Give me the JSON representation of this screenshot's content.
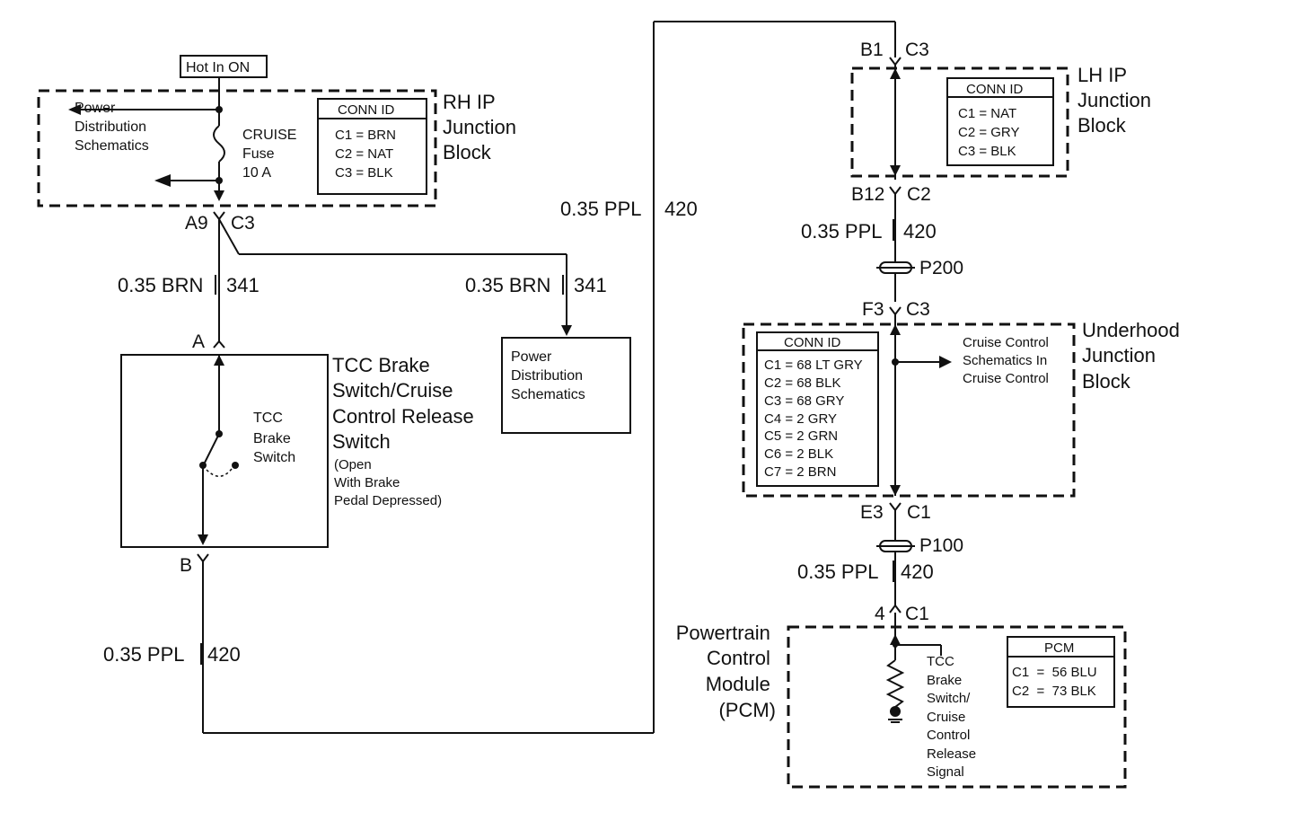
{
  "hot_in_on": "Hot In ON",
  "rh_ip": {
    "title": [
      "RH IP",
      "Junction",
      "Block"
    ],
    "power_dist": [
      "Power",
      "Distribution",
      "Schematics"
    ],
    "fuse": [
      "CRUISE",
      "Fuse",
      "10 A"
    ],
    "conn_id_title": "CONN ID",
    "conn": [
      "C1 = BRN",
      "C2 = NAT",
      "C3 = BLK"
    ],
    "terminal": "A9",
    "connector": "C3"
  },
  "wires": {
    "brn_left": {
      "gauge": "0.35 BRN",
      "circuit": "341"
    },
    "brn_right": {
      "gauge": "0.35 BRN",
      "circuit": "341"
    },
    "ppl_bottom": {
      "gauge": "0.35 PPL",
      "circuit": "420"
    },
    "ppl_mid": {
      "gauge": "0.35 PPL",
      "circuit": "420"
    },
    "ppl_lh": {
      "gauge": "0.35 PPL",
      "circuit": "420"
    },
    "ppl_pcm": {
      "gauge": "0.35 PPL",
      "circuit": "420"
    }
  },
  "power_dist_box": [
    "Power",
    "Distribution",
    "Schematics"
  ],
  "tcc_switch": {
    "terminal_a": "A",
    "terminal_b": "B",
    "title": [
      "TCC Brake",
      "Switch/Cruise",
      "Control Release",
      "Switch"
    ],
    "note": [
      "(Open",
      "With Brake",
      "Pedal Depressed)"
    ],
    "inner_label": [
      "TCC",
      "Brake",
      "Switch"
    ]
  },
  "lh_ip": {
    "top_terminal": "B1",
    "top_connector": "C3",
    "title": [
      "LH IP",
      "Junction",
      "Block"
    ],
    "conn_id_title": "CONN ID",
    "conn": [
      "C1 = NAT",
      "C2 = GRY",
      "C3 = BLK"
    ],
    "bottom_terminal": "B12",
    "bottom_connector": "C2"
  },
  "p200": "P200",
  "underhood": {
    "top_terminal": "F3",
    "top_connector": "C3",
    "title": [
      "Underhood",
      "Junction",
      "Block"
    ],
    "conn_id_title": "CONN ID",
    "conn": [
      "C1 = 68 LT GRY",
      "C2 = 68 BLK",
      "C3 = 68 GRY",
      "C4 = 2 GRY",
      "C5 = 2 GRN",
      "C6 = 2 BLK",
      "C7 = 2 BRN"
    ],
    "cruise_ref": [
      "Cruise Control",
      "Schematics In",
      "Cruise Control"
    ],
    "bottom_terminal": "E3",
    "bottom_connector": "C1"
  },
  "p100": "P100",
  "pcm": {
    "terminal": "4",
    "connector": "C1",
    "title": [
      "Powertrain",
      "Control",
      "Module",
      "(PCM)"
    ],
    "signal": [
      "TCC",
      "Brake",
      "Switch/",
      "Cruise",
      "Control",
      "Release",
      "Signal"
    ],
    "conn_title": "PCM",
    "conn": [
      "C1  =  56 BLU",
      "C2  =  73 BLK"
    ]
  }
}
